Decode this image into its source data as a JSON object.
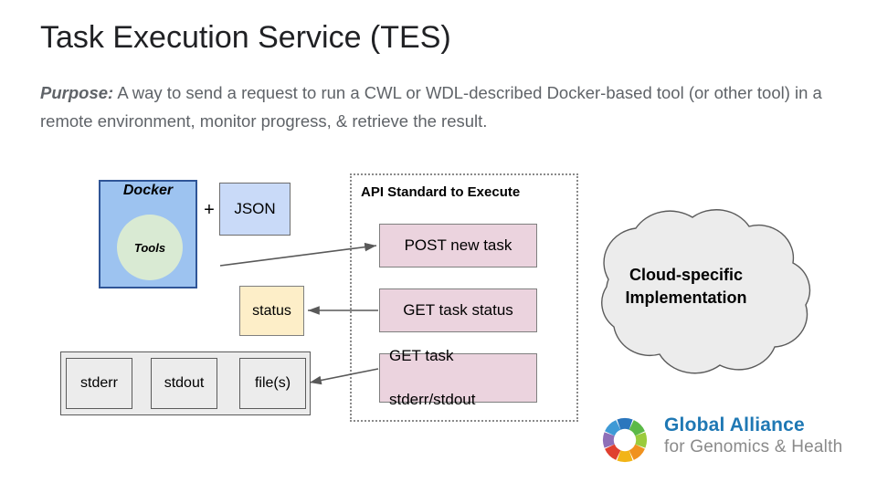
{
  "slide": {
    "title": "Task Execution Service (TES)",
    "purpose_label": "Purpose:",
    "purpose_text": "A way to send a request to run a CWL or WDL-described Docker-based tool (or other tool) in a remote environment, monitor progress, & retrieve the result."
  },
  "diagram": {
    "docker": {
      "title": "Docker",
      "inner": "Tools"
    },
    "plus": "+",
    "json": "JSON",
    "api_region_title": "API Standard to Execute",
    "endpoints": [
      {
        "label": "POST new task"
      },
      {
        "label": "GET task status"
      },
      {
        "label": "GET task",
        "label2": "stderr/stdout"
      }
    ],
    "status": "status",
    "files_group": [
      "stderr",
      "stdout",
      "file(s)"
    ],
    "cloud_line1": "Cloud-specific",
    "cloud_line2": "Implementation"
  },
  "logo": {
    "line1": "Global Alliance",
    "line2": "for Genomics & Health",
    "line1_color": "#1f78b4",
    "line2_color": "#8a8a8a",
    "ring_colors": [
      "#8e6fb8",
      "#3f9ad6",
      "#2b77bd",
      "#5bb947",
      "#9acb3c",
      "#f0921f",
      "#f2b417",
      "#e0402f"
    ]
  },
  "colors": {
    "docker_fill": "#9dc3f0",
    "docker_border": "#2f5597",
    "tools_fill": "#d9ead3",
    "json_fill": "#c9daf8",
    "endpoint_fill": "#ebd3de",
    "status_fill": "#fdeec8",
    "files_fill": "#ececec",
    "cloud_fill": "#ececec",
    "dotted_border": "#8a8a8a"
  }
}
